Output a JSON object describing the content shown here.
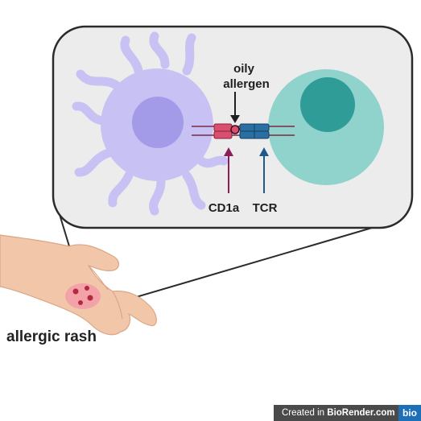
{
  "labels": {
    "allergen_line1": "oily",
    "allergen_line2": "allergen",
    "cd1a": "CD1a",
    "tcr": "TCR",
    "rash": "allergic rash"
  },
  "credit": {
    "prefix": "Created in ",
    "brand": "BioRender.com",
    "logo": "bio"
  },
  "colors": {
    "panel_fill": "#ececec",
    "panel_stroke": "#2b2b2b",
    "dendritic_cell": "#c7c2f3",
    "dendritic_nucleus": "#a39ae8",
    "t_cell": "#8fd3cc",
    "t_cell_nucleus": "#2f9c97",
    "cd1a": "#d9506e",
    "tcr": "#2a6fa3",
    "skin": "#f2c6a9",
    "rash": "#e05a6e"
  }
}
